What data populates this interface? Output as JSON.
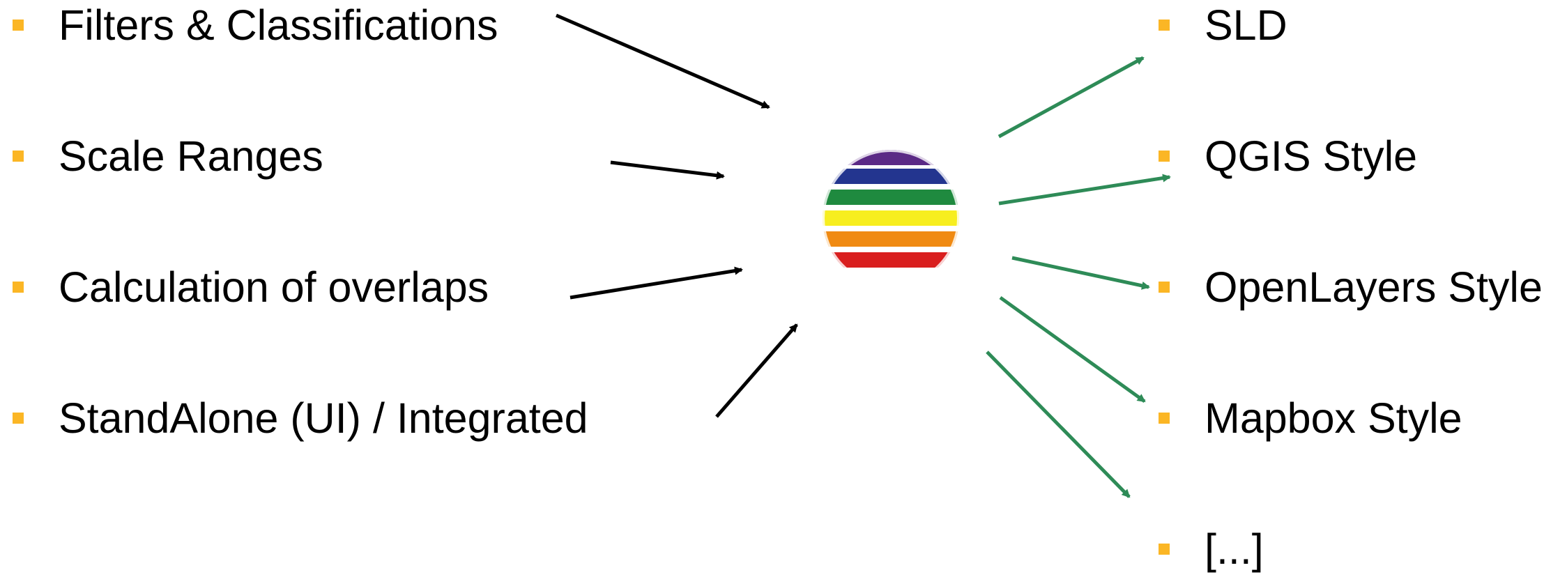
{
  "inputs": [
    "Filters & Classifications",
    "Scale Ranges",
    "Calculation of overlaps",
    "StandAlone (UI) / Integrated"
  ],
  "outputs": [
    "SLD",
    "QGIS Style",
    "OpenLayers Style",
    "Mapbox Style",
    "[...]"
  ],
  "colors": {
    "bullet": "#fbb625",
    "input_arrow": "#000000",
    "output_arrow": "#2e8b57",
    "logo_stripes": [
      "#5b2a86",
      "#23358f",
      "#1f8a3f",
      "#f7ee1f",
      "#f08a12",
      "#d91e1e"
    ]
  },
  "icons": {
    "center": "rainbow-stripe-logo-icon"
  }
}
